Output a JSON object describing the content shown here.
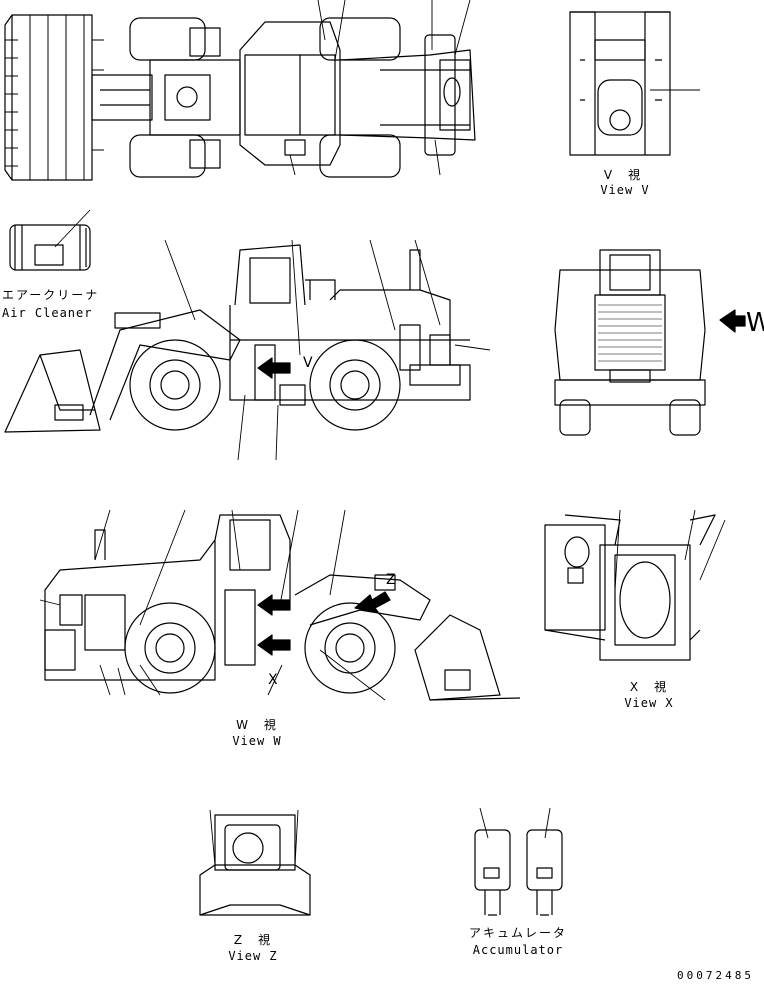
{
  "views": {
    "v": {
      "title_jp": "V　視",
      "title_en": "View V"
    },
    "w": {
      "title_jp": "W　視",
      "title_en": "View W"
    },
    "x": {
      "title_jp": "X　視",
      "title_en": "View X"
    },
    "z": {
      "title_jp": "Z　視",
      "title_en": "View Z"
    }
  },
  "parts": {
    "air_cleaner": {
      "label_jp": "エアークリーナ",
      "label_en": "Air Cleaner"
    },
    "accumulator": {
      "label_jp": "アキュムレータ",
      "label_en": "Accumulator"
    }
  },
  "markers": {
    "v": "V",
    "w": "W",
    "x": "X",
    "z": "Z"
  },
  "document_number": "00072485"
}
